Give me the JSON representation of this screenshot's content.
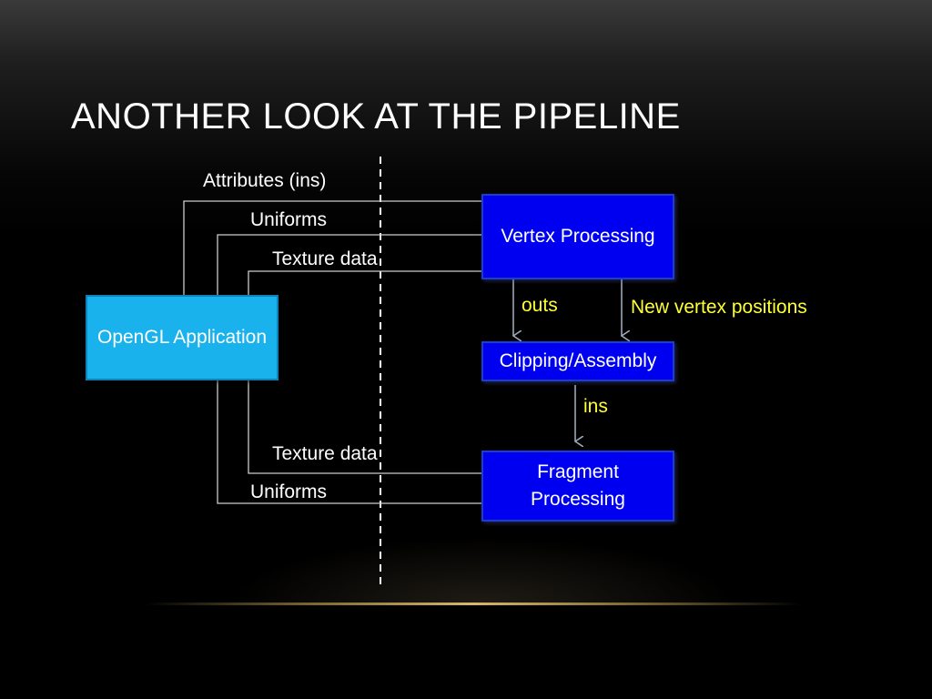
{
  "title": "ANOTHER LOOK AT THE PIPELINE",
  "boxes": {
    "app": "OpenGL Application",
    "vertex": "Vertex Processing",
    "clipping": "Clipping/Assembly",
    "fragment_line1": "Fragment",
    "fragment_line2": "Processing"
  },
  "labels": {
    "attributes": "Attributes (ins)",
    "uniforms_top": "Uniforms",
    "texture_top": "Texture data",
    "outs": "outs",
    "new_vertex_positions": "New vertex positions",
    "ins": "ins",
    "texture_bottom": "Texture data",
    "uniforms_bottom": "Uniforms"
  },
  "colors": {
    "app_box": "#1ab2ec",
    "stage_box": "#0000f0",
    "flow_label": "#ffff33",
    "connector": "#cccccc"
  }
}
